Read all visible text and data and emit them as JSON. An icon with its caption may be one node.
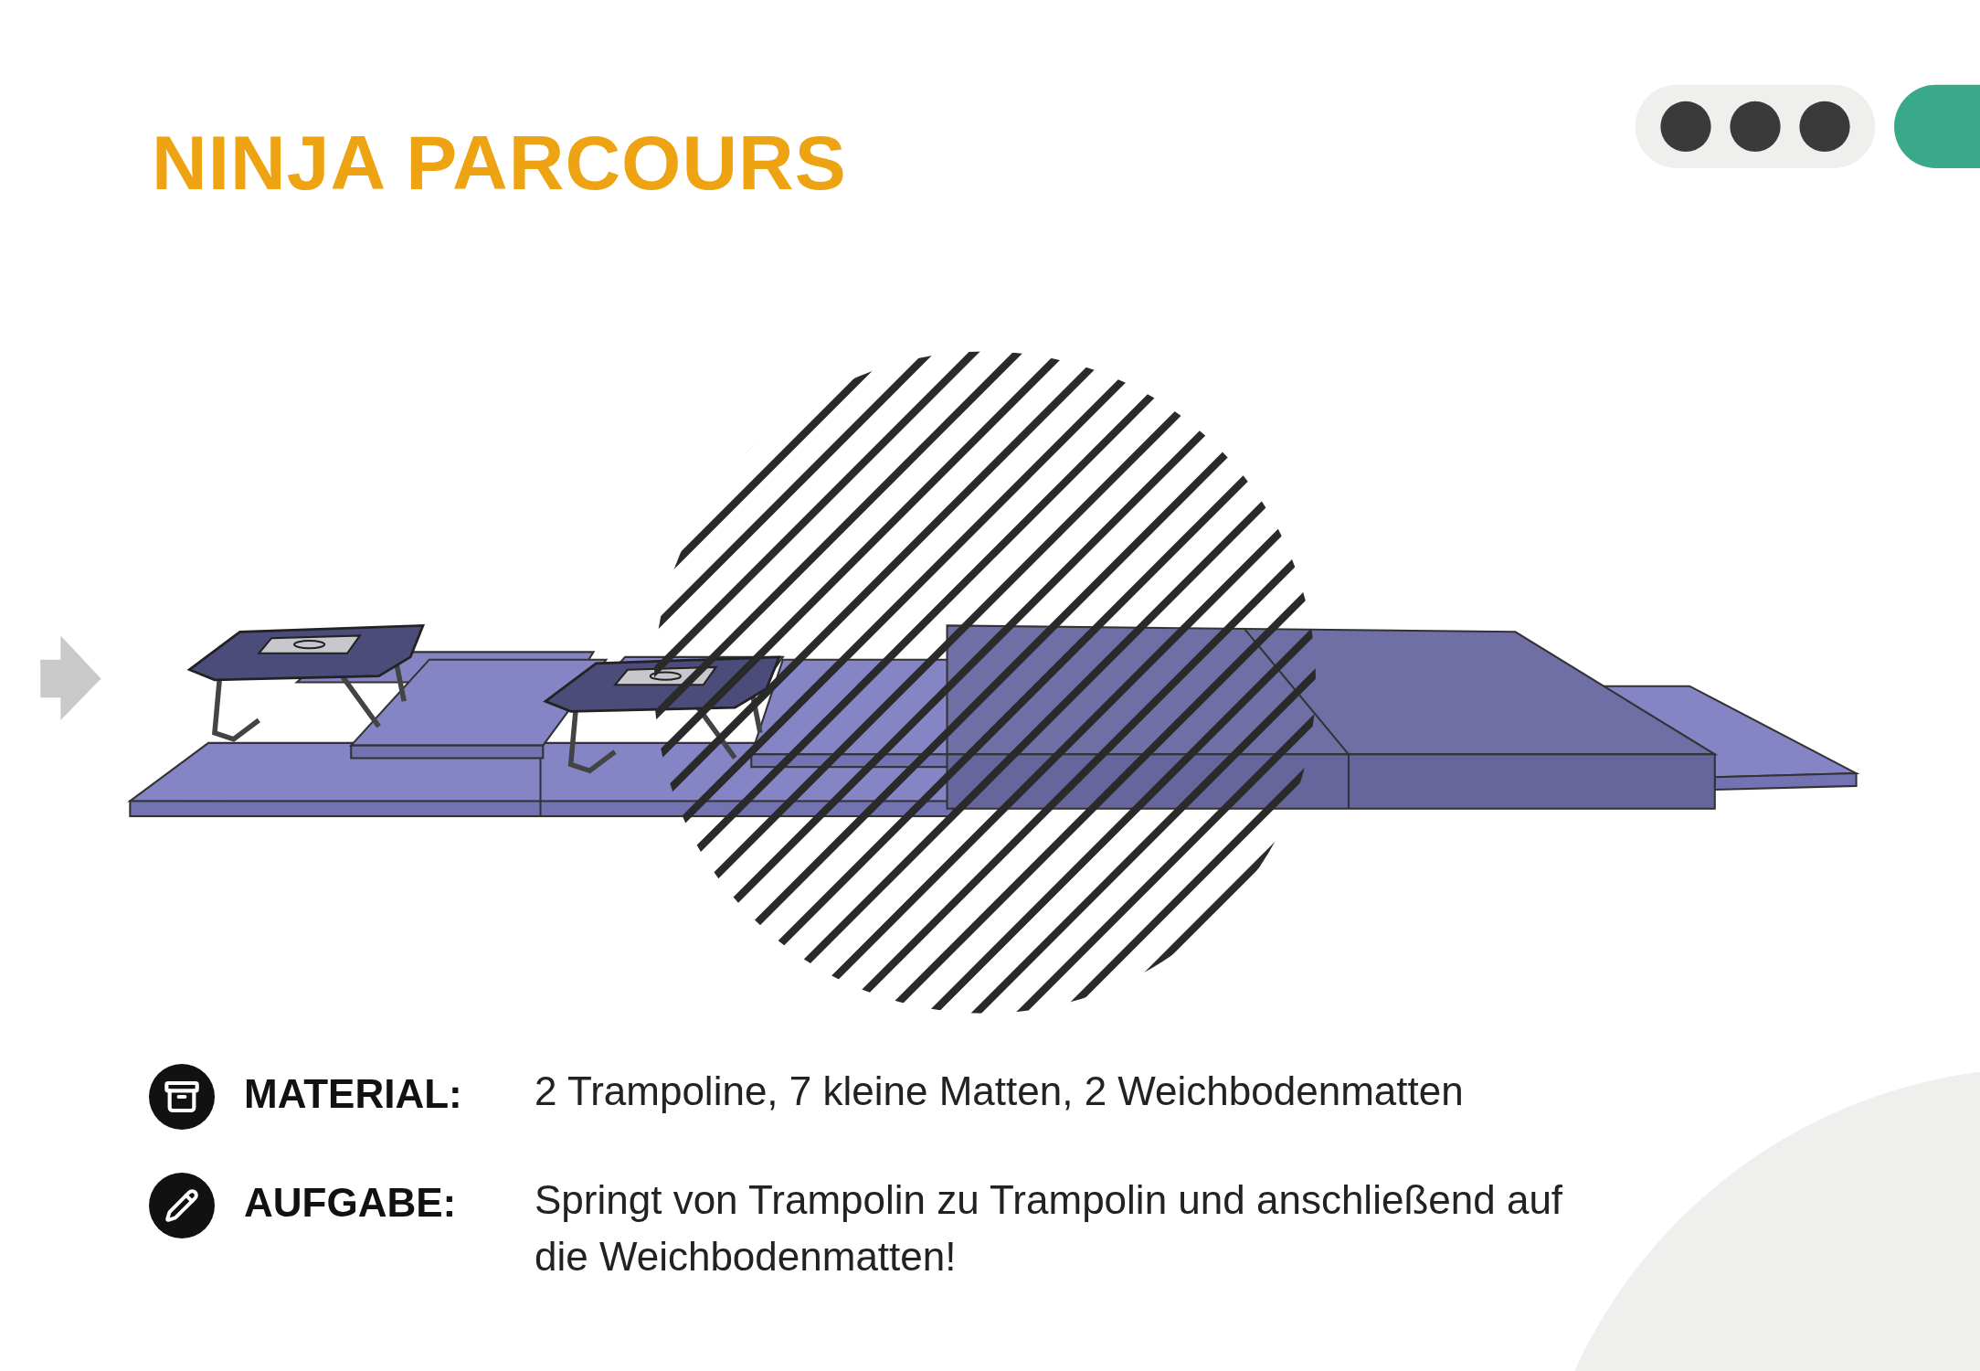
{
  "diagram": {
    "title": "NINJA PARCOURS",
    "labels": [
      "MATERIAL:",
      "2 Trampoline, 7 kleine Matten, 2 Weichbodenmatten",
      "AUFGABE:",
      "Springt von Trampolin zu Trampolin und anschließend auf die Weichbodenmatten!"
    ]
  }
}
